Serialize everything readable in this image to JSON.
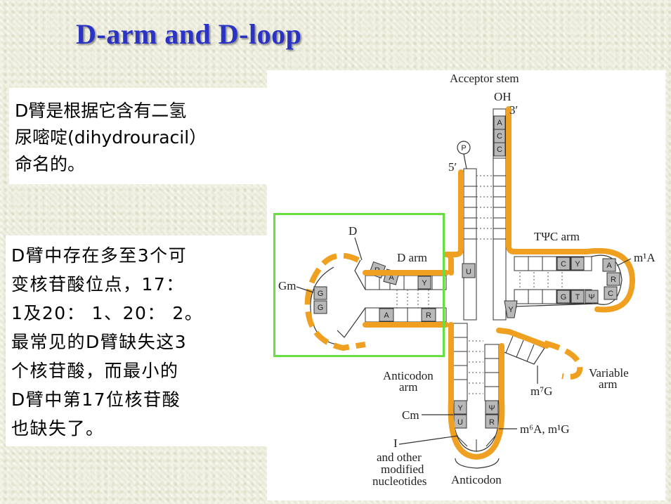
{
  "title": "D-arm and D-loop",
  "textbox1": {
    "lines": [
      "D臂是根据它含有二氢",
      "尿嘧啶(dihydrouracil）",
      "命名的。"
    ]
  },
  "textbox2": {
    "lines": [
      "D臂中存在多至3个可",
      "变核苷酸位点，17：",
      "1及20： 1、20： 2。",
      "最常见的D臂缺失这3",
      "个核苷酸，而最小的",
      "D臂中第17位核苷酸",
      "也缺失了。"
    ]
  },
  "diagram": {
    "labels": {
      "acceptor_stem": "Acceptor stem",
      "oh": "OH",
      "three_prime": "3′",
      "five_prime": "5′",
      "phosphate": "P",
      "tpsic_arm": "TΨC arm",
      "m1a": "m¹A",
      "d": "D",
      "d_arm": "D arm",
      "gm": "Gm",
      "variable_arm_1": "Variable",
      "variable_arm_2": "arm",
      "m7g": "m⁷G",
      "anticodon_arm_1": "Anticodon",
      "anticodon_arm_2": "arm",
      "cm": "Cm",
      "m6a": "m⁶A, m¹G",
      "i": "I",
      "other_1": "and other",
      "other_2": "modified",
      "other_3": "nucleotides",
      "anticodon": "Anticodon"
    },
    "nucleotides": {
      "acceptor": [
        "A",
        "C",
        "C"
      ],
      "d_arm_top": [
        "R",
        "A",
        "Y"
      ],
      "d_arm_bottom": [
        "A",
        "R"
      ],
      "d_loop": [
        "G",
        "G"
      ],
      "u_stem": "U",
      "tpsic_stem_top": [
        "C",
        "Y"
      ],
      "tpsic_loop": [
        "A",
        "R",
        "C"
      ],
      "tpsic_bottom": [
        "G",
        "T",
        "Ψ"
      ],
      "y_variable": "Y",
      "anticodon_left": [
        "Y",
        "U"
      ],
      "anticodon_right": [
        "Ψ",
        "R"
      ]
    },
    "colors": {
      "backbone": "#f0a020",
      "highlight": "#66e040",
      "title": "#2a33c4"
    }
  }
}
